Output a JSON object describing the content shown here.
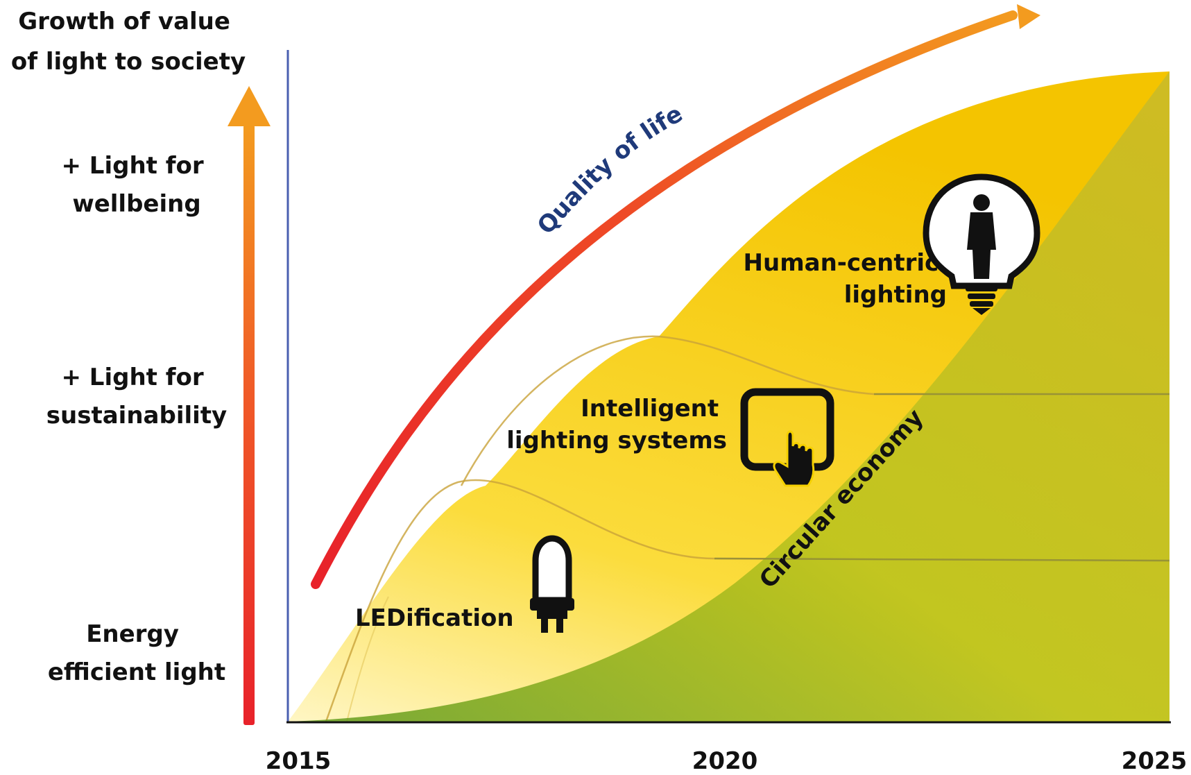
{
  "y_axis_title": [
    "Growth of value",
    "of light to society"
  ],
  "levels": [
    {
      "line1": "+ Light for",
      "line2": "wellbeing"
    },
    {
      "line1": "+ Light for",
      "line2": "sustainability"
    },
    {
      "line1": "Energy",
      "line2": "efficient light"
    }
  ],
  "x_ticks": [
    "2015",
    "2020",
    "2025"
  ],
  "curve_label": "Quality of life",
  "areas": {
    "human_centric": [
      "Human-centric",
      "lighting"
    ],
    "intelligent": [
      "Intelligent",
      "lighting systems"
    ],
    "ledification": "LEDification",
    "circular": "Circular economy"
  },
  "icons": [
    "person-in-bulb-icon",
    "touchscreen-hand-icon",
    "led-plug-icon"
  ],
  "colors": {
    "arrow_bottom": "#e8222a",
    "arrow_top": "#f39b1f",
    "yellow": "#f5c300",
    "light_yellow": "#fbe76a",
    "green": "#8fb52c",
    "axis_blue": "#4a5fb0",
    "label_blue": "#1f3a7a"
  }
}
